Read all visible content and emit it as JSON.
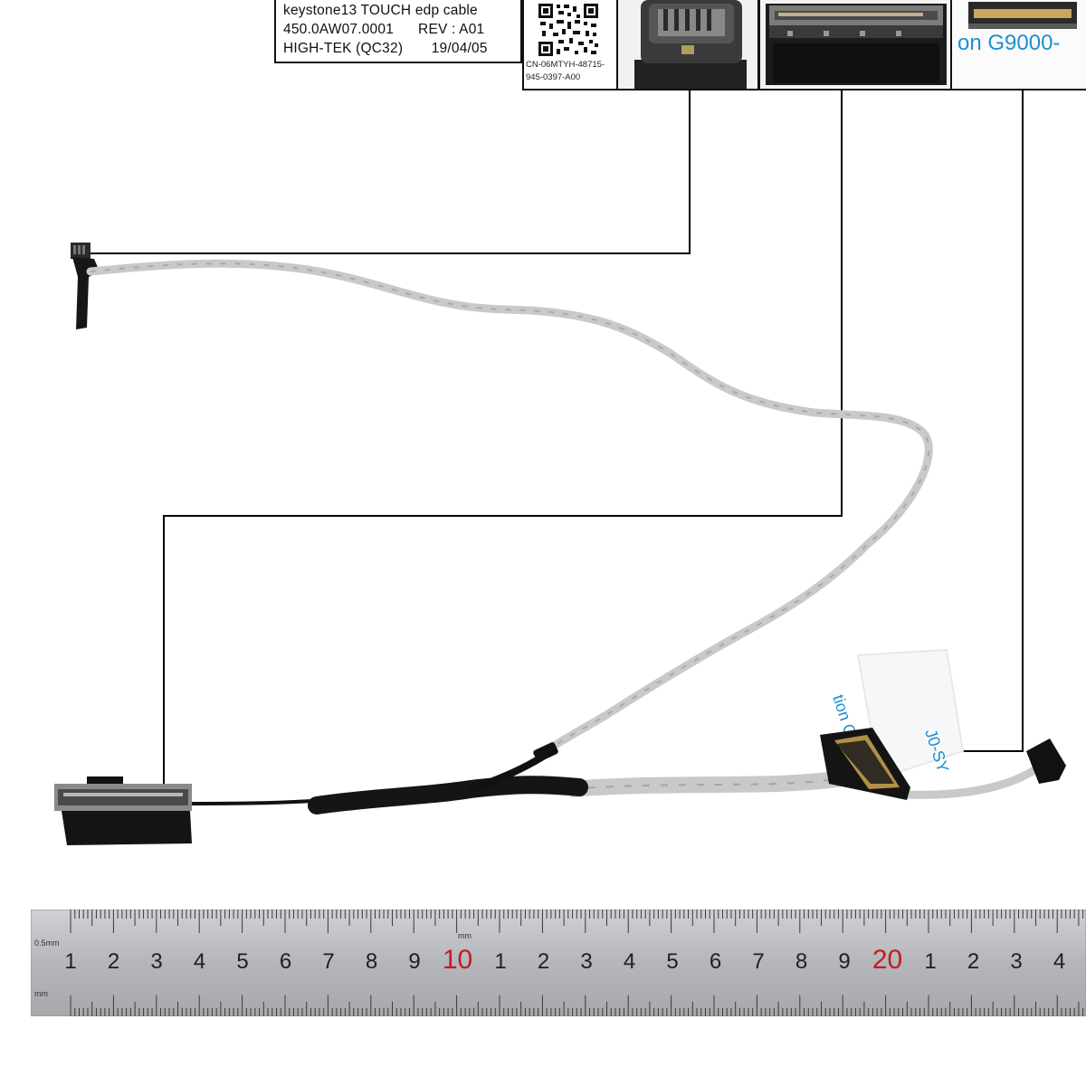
{
  "label": {
    "line1": "keystone13 TOUCH edp cable",
    "line2": "450.0AW07.0001      REV : A01",
    "line3": "HIGH-TEK (QC32)       19/04/05"
  },
  "qr_label": {
    "line1": "CN-06MTYH-48715-",
    "line2": "945-0397-A00"
  },
  "inset_text": "on  G9000-",
  "cable_label_text_1": "tion G9000-S",
  "cable_label_text_2": "J0-SY",
  "ruler": {
    "unit_small": "0.5mm",
    "unit_mm": "mm",
    "numbers": [
      "1",
      "2",
      "3",
      "4",
      "5",
      "6",
      "7",
      "8",
      "9",
      "10",
      "1",
      "2",
      "3",
      "4",
      "5",
      "6",
      "7",
      "8",
      "9",
      "20",
      "1",
      "2",
      "3",
      "4"
    ],
    "highlight_color": "#c21c22"
  },
  "colors": {
    "cable": "#c9c9cb",
    "connector": "#1d1d1d",
    "ruler": "#b9bbbe",
    "callout_line": "#000000",
    "inset_text": "#1e8fd0"
  }
}
